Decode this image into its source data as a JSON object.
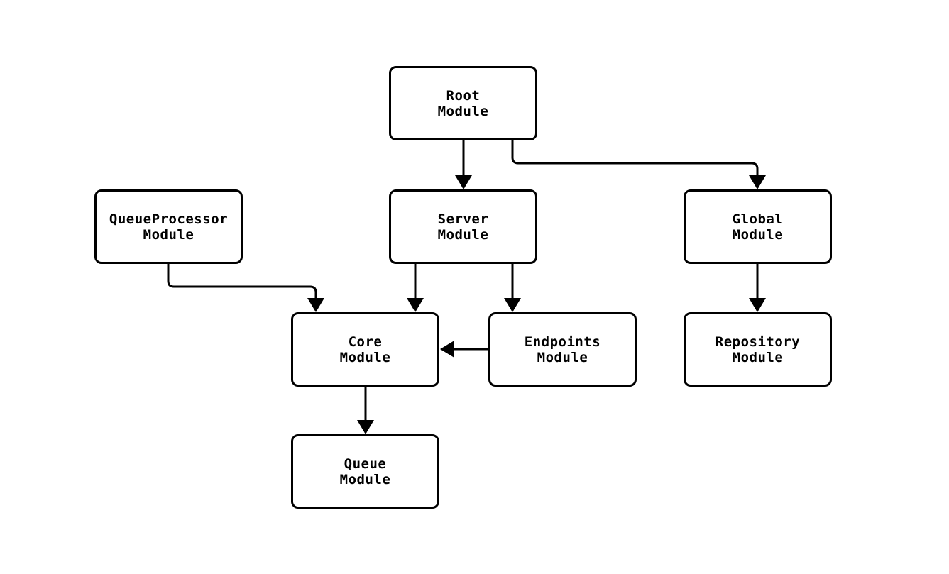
{
  "diagram": {
    "background_color": "#ffffff",
    "node_border_color": "#000000",
    "node_fill_color": "#ffffff",
    "edge_color": "#000000",
    "text_color": "#000000",
    "nodes": [
      {
        "id": "root",
        "label": "Root\nModule"
      },
      {
        "id": "queueprocessor",
        "label": "QueueProcessor\nModule"
      },
      {
        "id": "server",
        "label": "Server\nModule"
      },
      {
        "id": "global",
        "label": "Global\nModule"
      },
      {
        "id": "core",
        "label": "Core\nModule"
      },
      {
        "id": "endpoints",
        "label": "Endpoints\nModule"
      },
      {
        "id": "repository",
        "label": "Repository\nModule"
      },
      {
        "id": "queue",
        "label": "Queue\nModule"
      }
    ],
    "edges": [
      {
        "from": "Root Module",
        "to": "Server Module"
      },
      {
        "from": "Root Module",
        "to": "Global Module"
      },
      {
        "from": "QueueProcessor Module",
        "to": "Core Module"
      },
      {
        "from": "Server Module",
        "to": "Core Module"
      },
      {
        "from": "Server Module",
        "to": "Endpoints Module"
      },
      {
        "from": "Endpoints Module",
        "to": "Core Module"
      },
      {
        "from": "Global Module",
        "to": "Repository Module"
      },
      {
        "from": "Core Module",
        "to": "Queue Module"
      }
    ]
  }
}
